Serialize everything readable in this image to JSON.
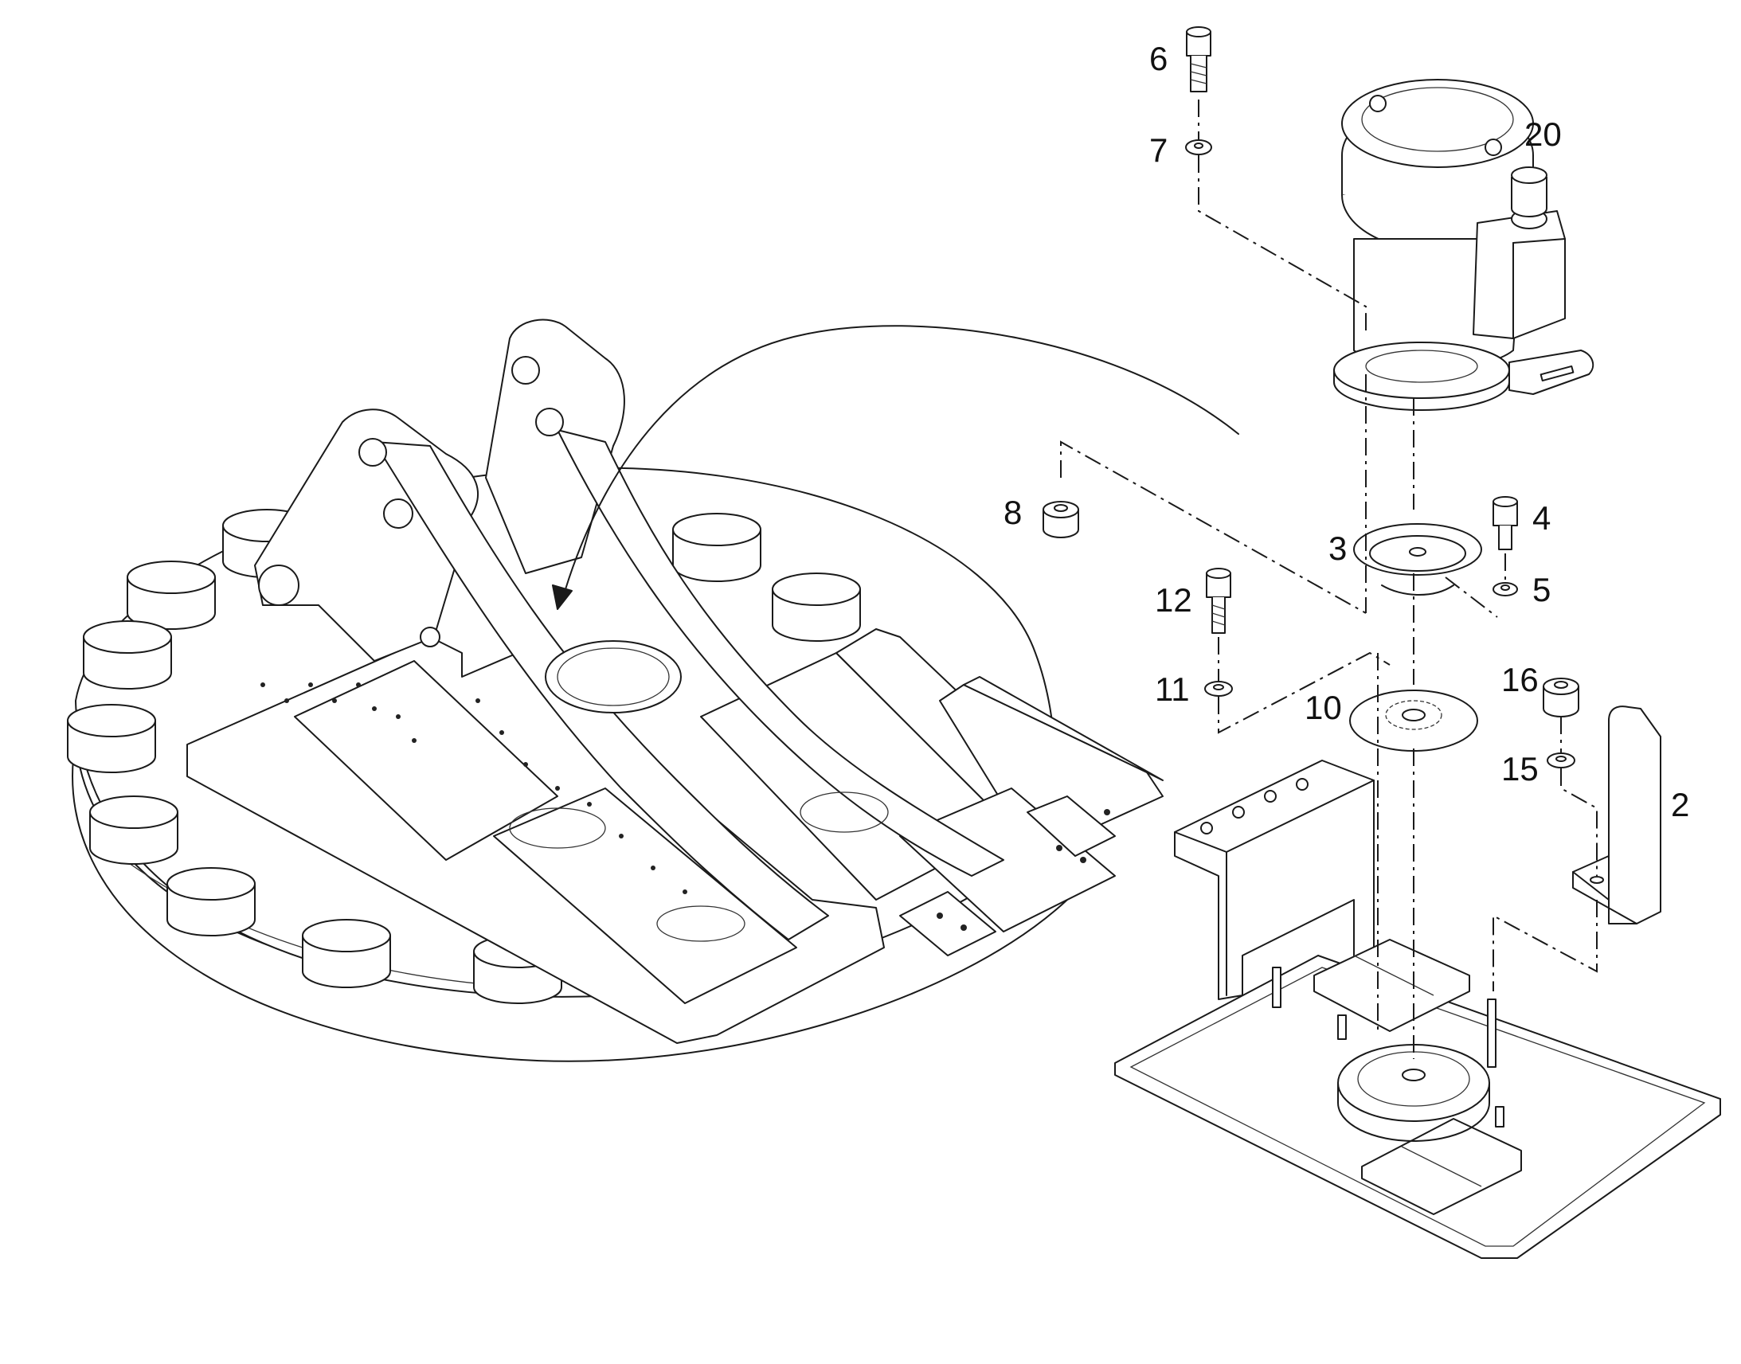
{
  "callouts": [
    {
      "id": "6",
      "label": "6"
    },
    {
      "id": "7",
      "label": "7"
    },
    {
      "id": "20",
      "label": "20"
    },
    {
      "id": "8",
      "label": "8"
    },
    {
      "id": "3",
      "label": "3"
    },
    {
      "id": "4",
      "label": "4"
    },
    {
      "id": "5",
      "label": "5"
    },
    {
      "id": "12",
      "label": "12"
    },
    {
      "id": "11",
      "label": "11"
    },
    {
      "id": "10",
      "label": "10"
    },
    {
      "id": "16",
      "label": "16"
    },
    {
      "id": "15",
      "label": "15"
    },
    {
      "id": "2",
      "label": "2"
    }
  ],
  "colors": {
    "line": "#1a1a1a",
    "background": "#ffffff"
  }
}
